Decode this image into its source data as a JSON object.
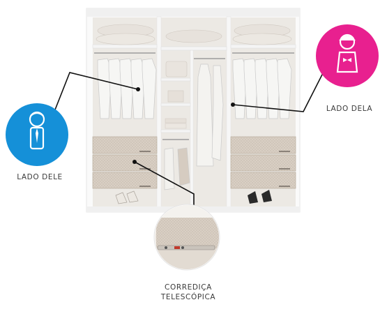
{
  "labels": {
    "his_side": "LADO DELE",
    "her_side": "LADO DELA",
    "slide_line1": "CORREDIÇA",
    "slide_line2": "TELESCÓPICA"
  },
  "icons": {
    "his_icon": "man-icon",
    "her_icon": "woman-icon"
  },
  "colors": {
    "his_accent": "#1590d8",
    "her_accent": "#e8208f",
    "wardrobe": "#f2f2f0",
    "wood": "#ddd3c8"
  }
}
